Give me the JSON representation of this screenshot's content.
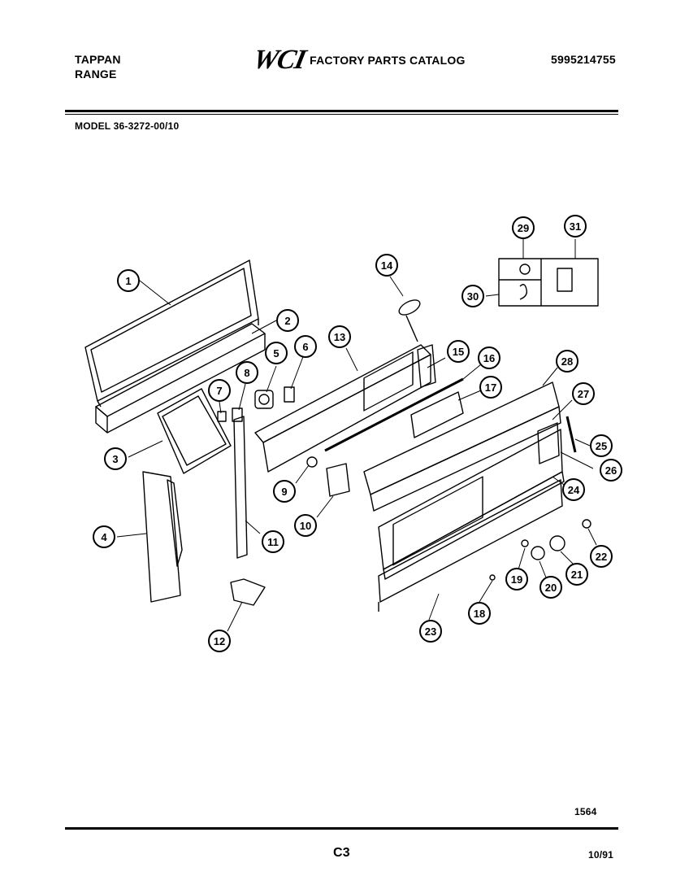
{
  "header": {
    "brand_line1": "TAPPAN",
    "brand_line2": "RANGE",
    "logo_text": "WCI",
    "catalog_title": "FACTORY PARTS CATALOG",
    "part_number": "5995214755",
    "model": "MODEL 36-3272-00/10"
  },
  "callouts": [
    "1",
    "2",
    "3",
    "4",
    "5",
    "6",
    "7",
    "8",
    "9",
    "10",
    "11",
    "12",
    "13",
    "14",
    "15",
    "16",
    "17",
    "18",
    "19",
    "20",
    "21",
    "22",
    "23",
    "24",
    "25",
    "26",
    "27",
    "28",
    "29",
    "30",
    "31"
  ],
  "footer": {
    "drawing_number": "1564",
    "page_code": "C3",
    "date": "10/91"
  }
}
